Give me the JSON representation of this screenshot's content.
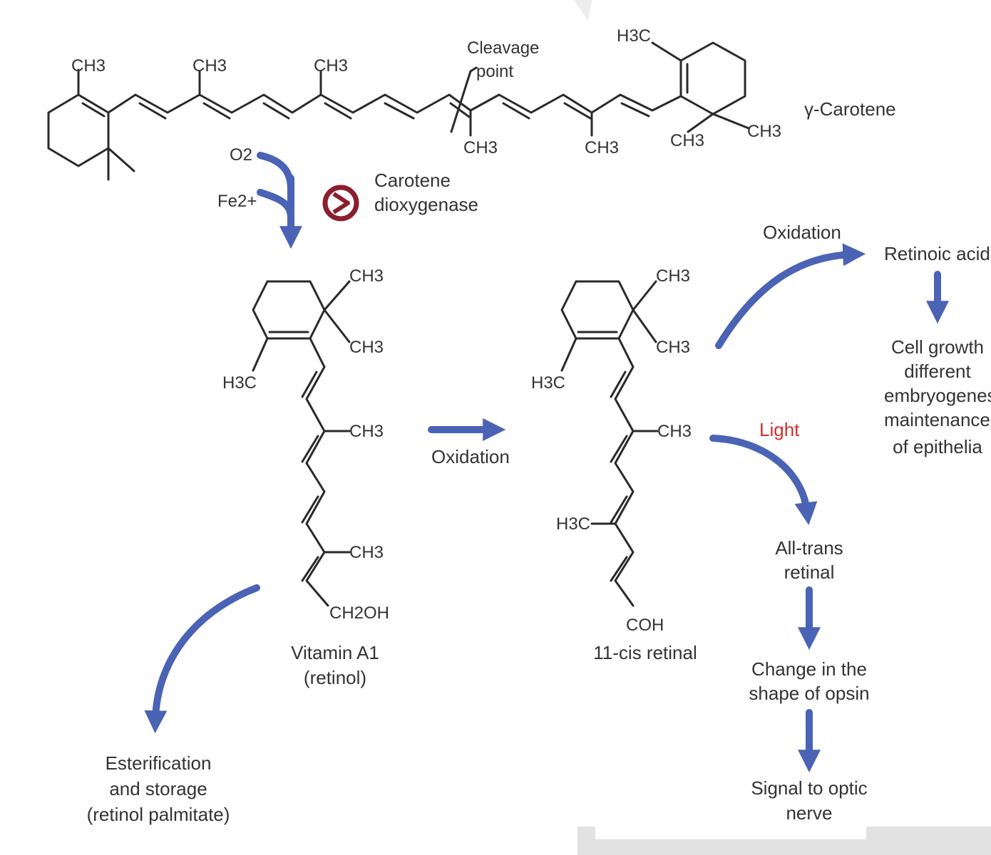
{
  "colors": {
    "arrow": "#4a63b5",
    "enzyme_icon": "#8b1e2e",
    "light_text": "#d0312d",
    "text": "#333333",
    "frame": "#e2e2e2"
  },
  "icons": {
    "enzyme": "inhibitor-circle-icon"
  },
  "carotene": {
    "name": "γ-Carotene",
    "ch3_a": "CH3",
    "ch3_b": "CH3",
    "ch3_c": "CH3",
    "ch3_d": "CH3",
    "ch3_e": "CH3",
    "ch3_f": "CH3",
    "ch3_g": "CH3",
    "h3c": "H3C"
  },
  "cleavage": {
    "line1": "Cleavage",
    "line2": "point"
  },
  "reagents": {
    "o2": "O2",
    "fe": "Fe2+"
  },
  "enzyme": {
    "line1": "Carotene",
    "line2": "dioxygenase"
  },
  "retinol": {
    "ch3_1": "CH3",
    "ch3_2": "CH3",
    "h3c": "H3C",
    "ch3_3": "CH3",
    "ch3_4": "CH3",
    "ch2oh": "CH2OH",
    "name1": "Vitamin A1",
    "name2": "(retinol)"
  },
  "oxidation_mid": "Oxidation",
  "retinal": {
    "ch3_1": "CH3",
    "ch3_2": "CH3",
    "h3c_1": "H3C",
    "ch3_3": "CH3",
    "h3c_2": "H3C",
    "coh": "COH",
    "name": "11-cis retinal"
  },
  "oxidation_top": "Oxidation",
  "retinoic_acid": "Retinoic acid",
  "cell_growth": {
    "l1": "Cell growth",
    "l2": "different",
    "l3": "embryogenesis",
    "l4": "maintenance",
    "l5": "of epithelia"
  },
  "light": "Light",
  "all_trans": {
    "l1": "All-trans",
    "l2": "retinal"
  },
  "opsin": {
    "l1": "Change in the",
    "l2": "shape of opsin"
  },
  "signal": {
    "l1": "Signal to optic",
    "l2": "nerve"
  },
  "esterification": {
    "l1": "Esterification",
    "l2": "and storage",
    "l3": "(retinol palmitate)"
  }
}
